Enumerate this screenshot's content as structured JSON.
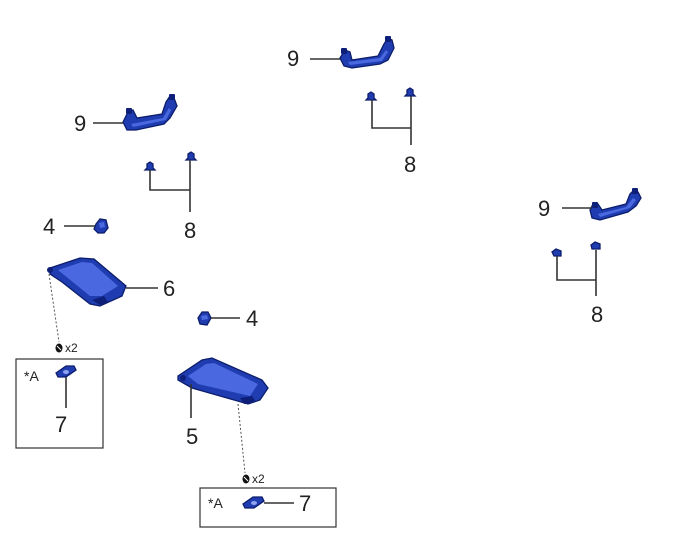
{
  "colors": {
    "part_fill": "#1f3db0",
    "part_outline": "#0c1d6b",
    "part_highlight": "#4a69e0",
    "leader_line": "#333333"
  },
  "callouts": {
    "c9_top": "9",
    "c8_top": "8",
    "c9_left": "9",
    "c8_left": "8",
    "c9_right": "9",
    "c8_right": "8",
    "c4_left": "4",
    "c6": "6",
    "c4_mid": "4",
    "c5": "5",
    "c7_left": "7",
    "c7_bottom": "7"
  },
  "quantity_left": "x2",
  "quantity_bottom": "x2",
  "detail_label_left": "*A",
  "detail_label_bottom": "*A"
}
